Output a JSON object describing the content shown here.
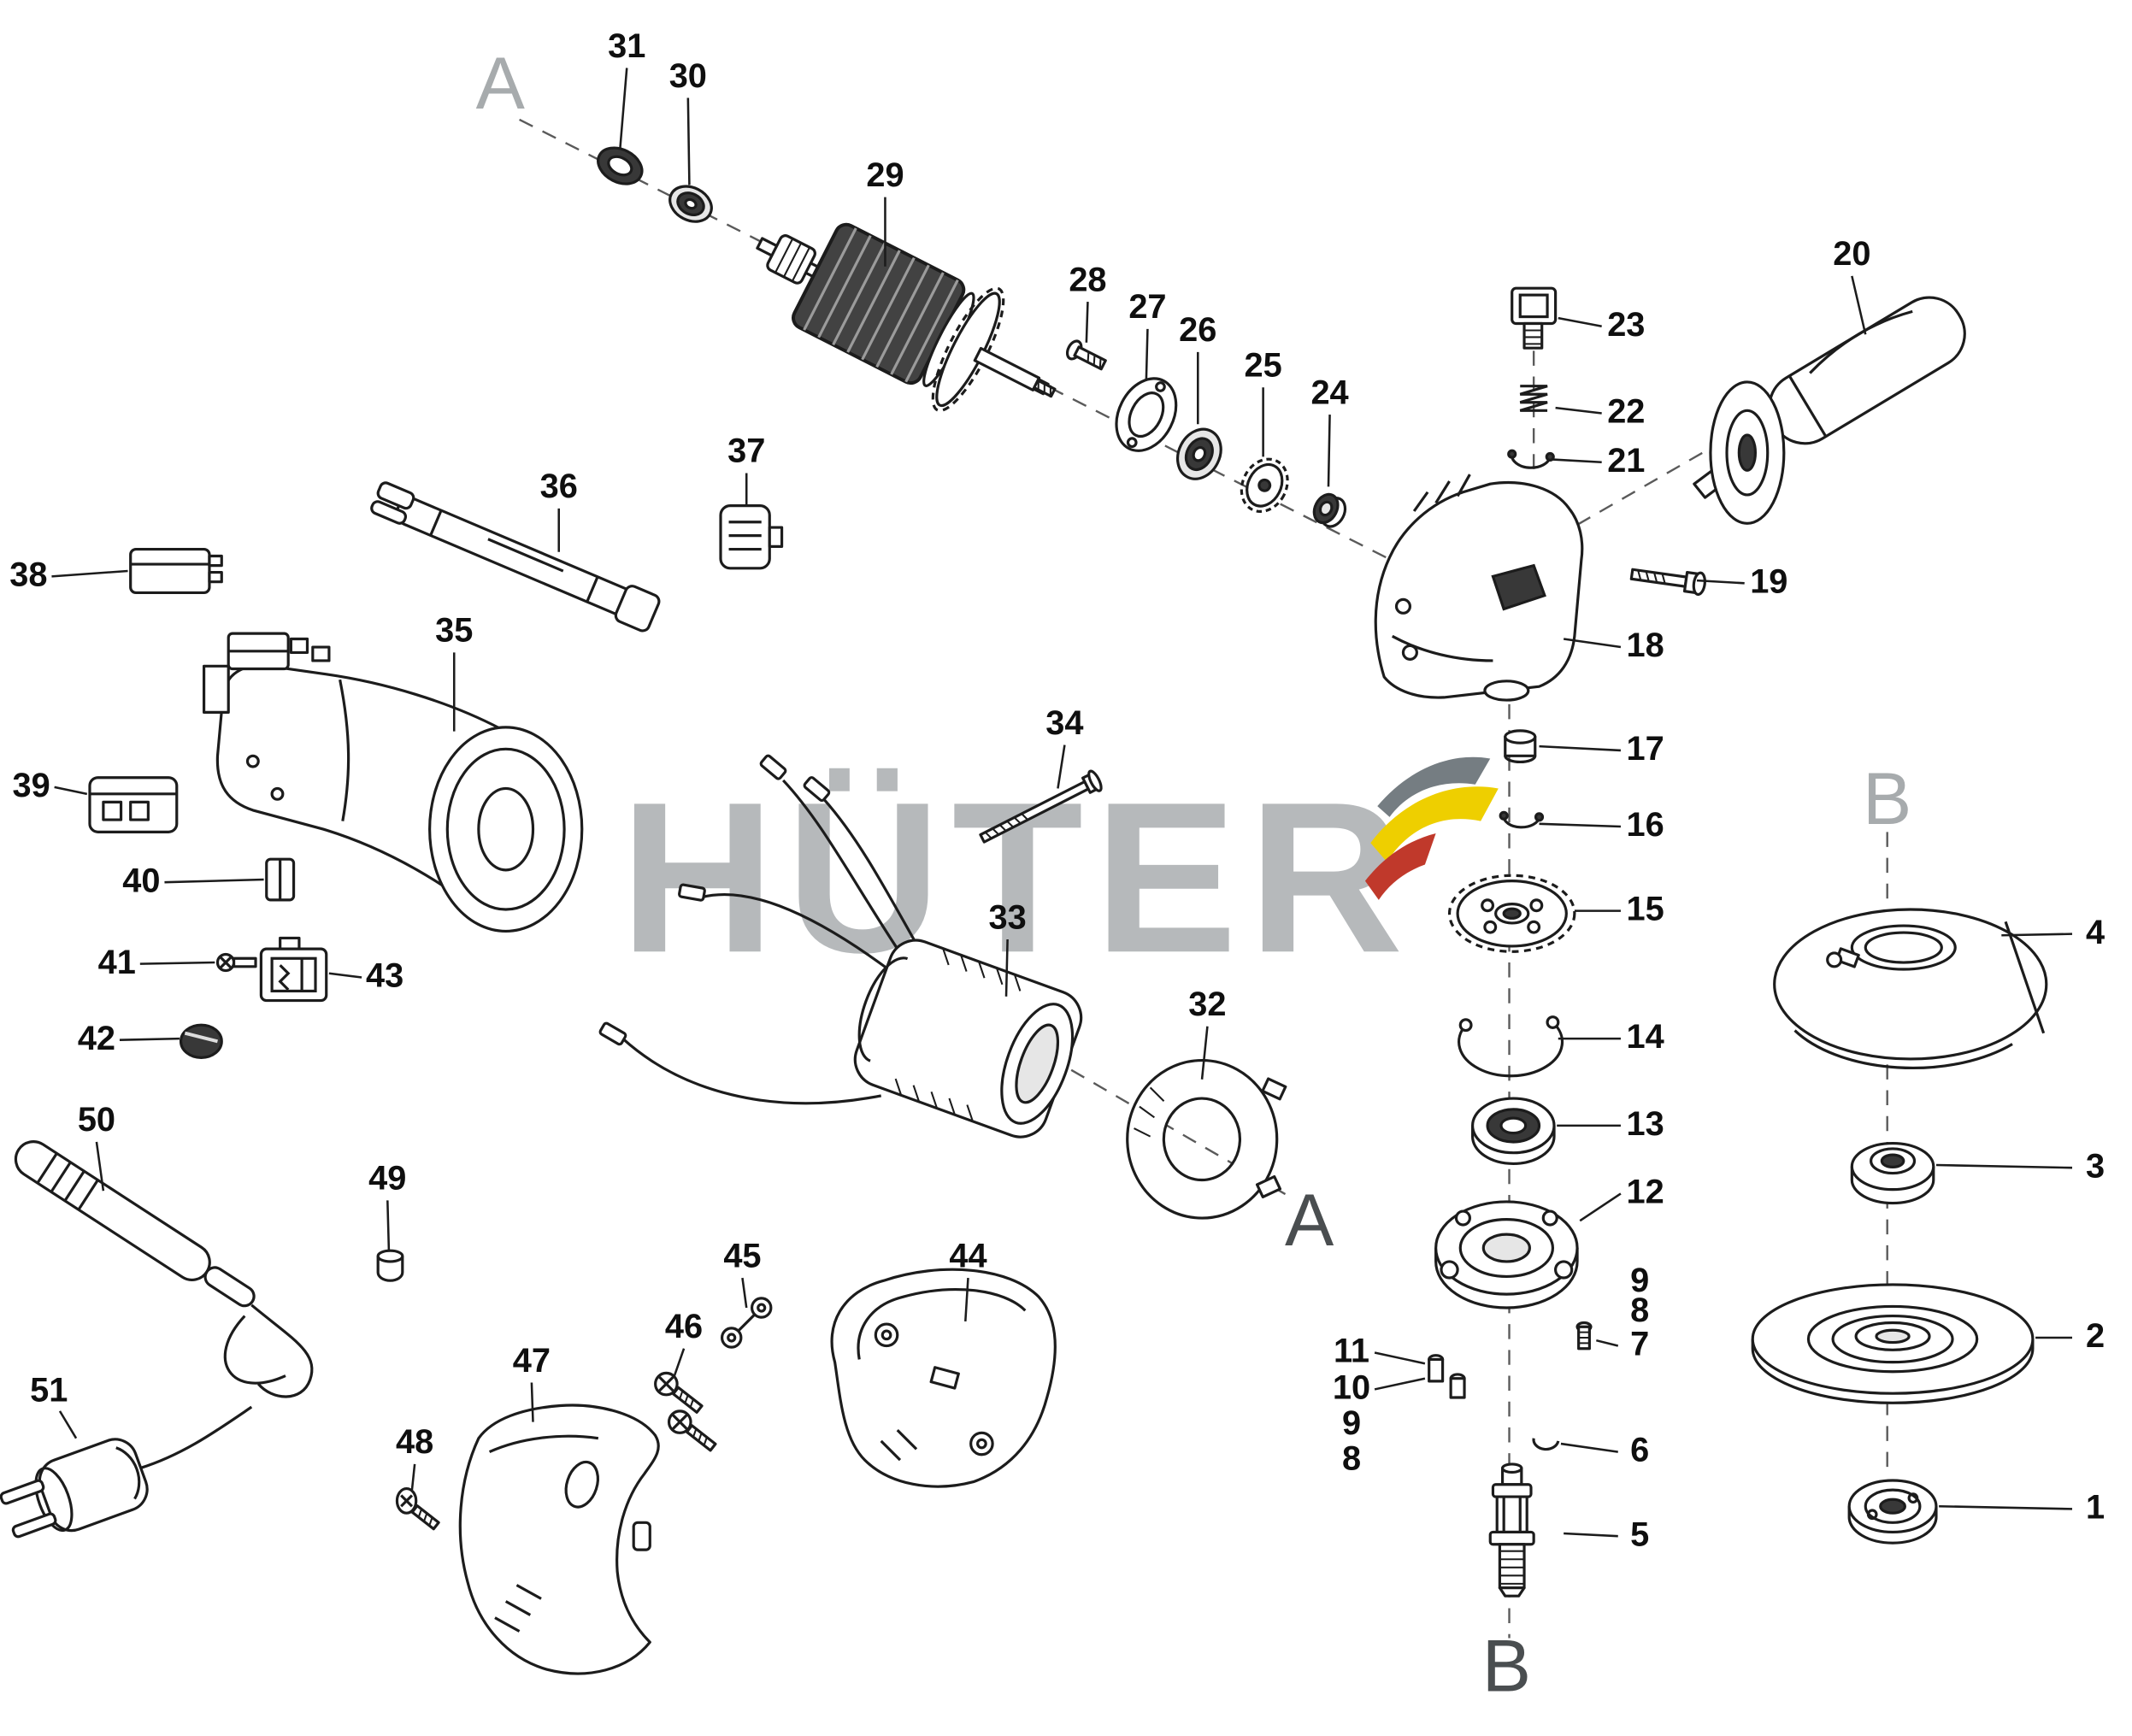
{
  "diagram": {
    "kind": "exploded-parts-diagram",
    "watermark": {
      "text": "HÜTER"
    },
    "colors": {
      "background": "#ffffff",
      "line": "#1c1c1c",
      "watermark": "#b6b9bb",
      "logo_gray": "#757d82",
      "logo_yellow": "#eecf00",
      "logo_red": "#c0392b",
      "marker_light": "#a7abad",
      "marker_dark": "#4a4e50"
    },
    "markers": {
      "a": "A",
      "b": "B"
    },
    "callouts": {
      "p1": "1",
      "p2": "2",
      "p3": "3",
      "p4": "4",
      "p5": "5",
      "p6": "6",
      "p7": "7",
      "p8": "8",
      "p9": "9",
      "p10": "10",
      "p11": "11",
      "p12": "12",
      "p13": "13",
      "p14": "14",
      "p15": "15",
      "p16": "16",
      "p17": "17",
      "p18": "18",
      "p19": "19",
      "p20": "20",
      "p21": "21",
      "p22": "22",
      "p23": "23",
      "p24": "24",
      "p25": "25",
      "p26": "26",
      "p27": "27",
      "p28": "28",
      "p29": "29",
      "p30": "30",
      "p31": "31",
      "p32": "32",
      "p33": "33",
      "p34": "34",
      "p35": "35",
      "p36": "36",
      "p37": "37",
      "p38": "38",
      "p39": "39",
      "p40": "40",
      "p41": "41",
      "p42": "42",
      "p43": "43",
      "p44": "44",
      "p45": "45",
      "p46": "46",
      "p47": "47",
      "p48": "48",
      "p49": "49",
      "p50": "50",
      "p51": "51"
    }
  }
}
